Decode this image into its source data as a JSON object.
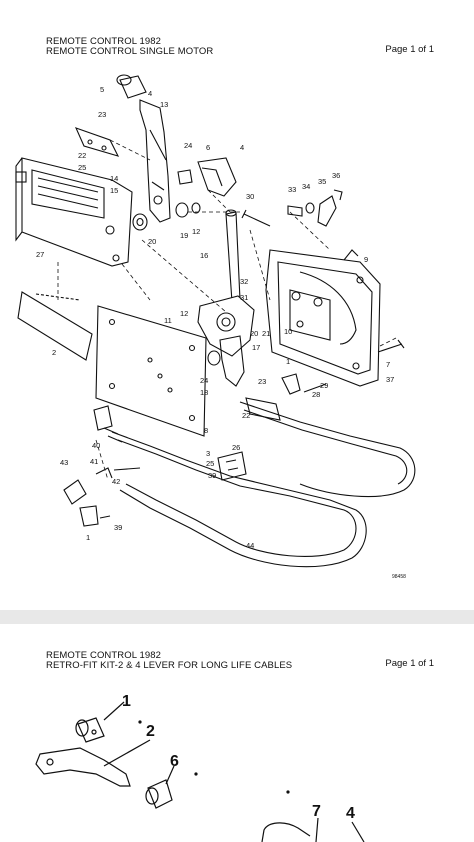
{
  "page1": {
    "title_line1": "REMOTE CONTROL 1982",
    "title_line2": "REMOTE CONTROL SINGLE MOTOR",
    "page_label": "Page 1 of 1",
    "corner_code": "98458",
    "callouts": [
      "5",
      "4",
      "13",
      "23",
      "22",
      "25",
      "24",
      "6",
      "4",
      "14",
      "15",
      "19",
      "12",
      "20",
      "30",
      "33",
      "34",
      "35",
      "36",
      "27",
      "16",
      "9",
      "32",
      "31",
      "11",
      "12",
      "21",
      "20",
      "10",
      "17",
      "2",
      "24",
      "18",
      "1",
      "29",
      "28",
      "7",
      "37",
      "23",
      "22",
      "8",
      "26",
      "3",
      "25",
      "40",
      "39",
      "43",
      "41",
      "42",
      "1",
      "39",
      "44"
    ]
  },
  "page2": {
    "title_line1": "REMOTE CONTROL 1982",
    "title_line2": "RETRO-FIT KIT-2 & 4 LEVER FOR LONG LIFE CABLES",
    "page_label": "Page 1 of 1",
    "callouts": [
      "1",
      "2",
      "6",
      "7",
      "4"
    ]
  }
}
